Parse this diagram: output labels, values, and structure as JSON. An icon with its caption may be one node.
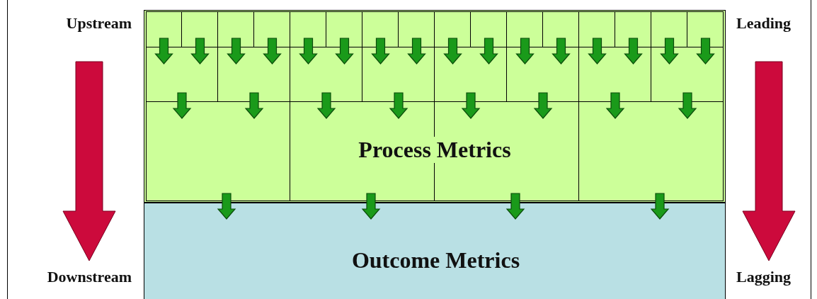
{
  "diagram": {
    "nodes": [
      {
        "text": [],
        "shape": "box"
      },
      {
        "text": [],
        "shape": "box",
        "in": 0
      },
      {
        "text": [],
        "shape": "box",
        "in": 0
      },
      {
        "text": [],
        "shape": "box",
        "in": 0
      },
      {
        "text": [],
        "shape": "box",
        "in": 0
      },
      {
        "text": [],
        "shape": "box",
        "in": 0
      },
      {
        "text": [],
        "shape": "box",
        "in": 0
      },
      {
        "text": [],
        "shape": "box",
        "in": 0
      },
      {
        "text": [],
        "shape": "box",
        "in": 0
      },
      {
        "text": [],
        "shape": "box",
        "in": 0
      },
      {
        "text": [],
        "shape": "box",
        "in": 0
      },
      {
        "text": [],
        "shape": "box",
        "in": 0
      },
      {
        "text": [],
        "shape": "box",
        "in": 0
      },
      {
        "text": [],
        "shape": "box",
        "in": 0
      },
      {
        "text": [],
        "shape": "box",
        "in": 0
      },
      {
        "text": [],
        "shape": "box",
        "in": 0
      },
      {
        "text": [],
        "shape": "box",
        "in": 0
      },
      {
        "text": [],
        "shape": "box",
        "in": 0
      },
      {
        "text": [],
        "shape": "box",
        "in": 0
      },
      {
        "text": [],
        "shape": "box",
        "in": 0
      },
      {
        "text": [],
        "shape": "box",
        "in": 0
      },
      {
        "text": [],
        "shape": "box",
        "in": 0
      },
      {
        "text": [],
        "shape": "box",
        "in": 0
      },
      {
        "text": [],
        "shape": "box",
        "in": 0
      },
      {
        "text": [],
        "shape": "box",
        "in": 0
      },
      {
        "text": [],
        "shape": "box",
        "in": 0
      },
      {
        "text": [],
        "shape": "box",
        "in": 0
      },
      {
        "text": [],
        "shape": "box",
        "in": 0
      },
      {
        "text": [],
        "shape": "box",
        "in": 0
      },
      {
        "text": [
          "Outcome Metrics"
        ]
      }
    ],
    "edges": [
      {
        "from": 1,
        "to": 17,
        "arrow": "to"
      },
      {
        "from": 2,
        "to": 17,
        "arrow": "to"
      },
      {
        "from": 3,
        "to": 18,
        "arrow": "to"
      },
      {
        "from": 4,
        "to": 18,
        "arrow": "to"
      },
      {
        "from": 5,
        "to": 19,
        "arrow": "to"
      },
      {
        "from": 6,
        "to": 19,
        "arrow": "to"
      },
      {
        "from": 7,
        "to": 20,
        "arrow": "to"
      },
      {
        "from": 8,
        "to": 20,
        "arrow": "to"
      },
      {
        "from": 9,
        "to": 21,
        "arrow": "to"
      },
      {
        "from": 10,
        "to": 21,
        "arrow": "to"
      },
      {
        "from": 11,
        "to": 22,
        "arrow": "to"
      },
      {
        "from": 12,
        "to": 22,
        "arrow": "to"
      },
      {
        "from": 13,
        "to": 23,
        "arrow": "to"
      },
      {
        "from": 14,
        "to": 23,
        "arrow": "to"
      },
      {
        "from": 15,
        "to": 24,
        "arrow": "to"
      },
      {
        "from": 16,
        "to": 24,
        "arrow": "to"
      },
      {
        "from": 17,
        "to": 25,
        "arrow": "to"
      },
      {
        "from": 18,
        "to": 25,
        "arrow": "to"
      },
      {
        "from": 19,
        "to": 26,
        "arrow": "to"
      },
      {
        "from": 20,
        "to": 26,
        "arrow": "to"
      },
      {
        "from": 21,
        "to": 27,
        "arrow": "to"
      },
      {
        "from": 22,
        "to": 27,
        "arrow": "to"
      },
      {
        "from": 23,
        "to": 28,
        "arrow": "to"
      },
      {
        "from": 24,
        "to": 28,
        "arrow": "to"
      },
      {
        "from": 25,
        "to": 29,
        "arrow": "to"
      },
      {
        "from": 26,
        "to": 29,
        "arrow": "to"
      },
      {
        "from": 27,
        "to": 29,
        "arrow": "to"
      },
      {
        "from": 28,
        "to": 29,
        "arrow": "to"
      }
    ],
    "labels": [
      "Upstream",
      "Leading",
      "Process Metrics",
      "Downstream",
      "Lagging"
    ]
  }
}
